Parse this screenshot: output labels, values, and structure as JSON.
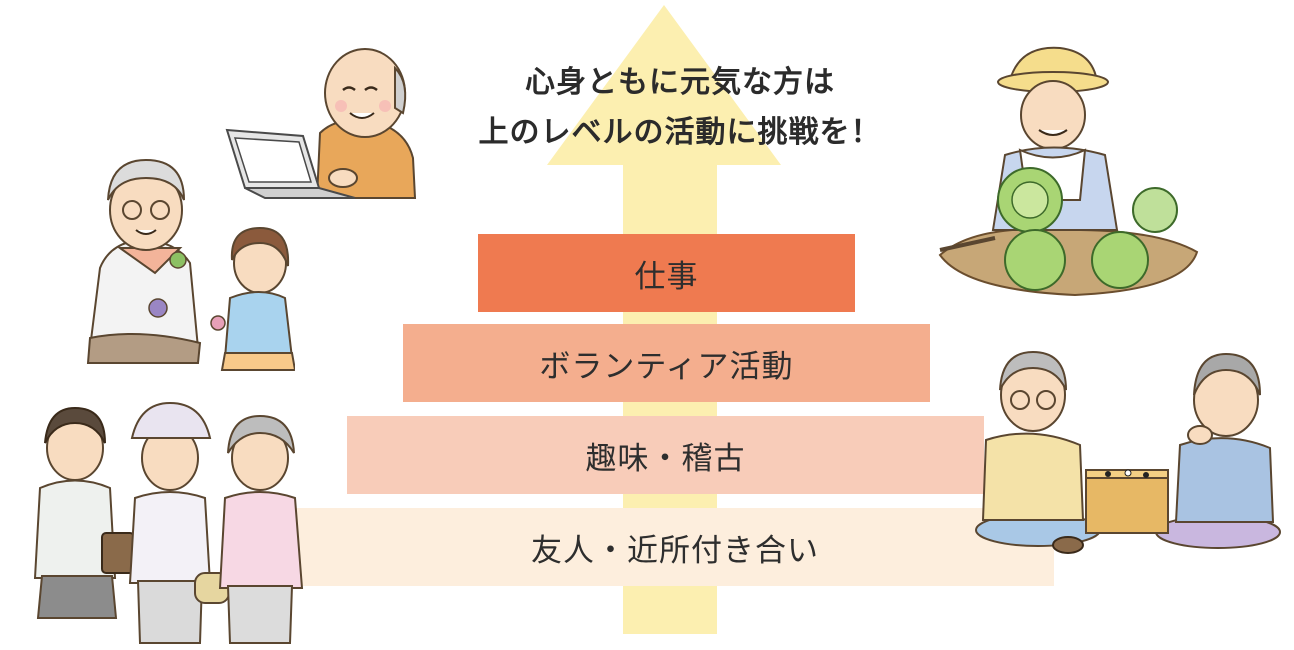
{
  "headline": {
    "line1": "心身ともに元気な方は",
    "line2": "上のレベルの活動に挑戦を！"
  },
  "levels": [
    {
      "label": "仕事",
      "color": "#ef7a50"
    },
    {
      "label": "ボランティア活動",
      "color": "#f4ae8e"
    },
    {
      "label": "趣味・稽古",
      "color": "#f8ccb9"
    },
    {
      "label": "友人・近所付き合い",
      "color": "#fdeedd"
    }
  ],
  "arrow_color": "#fcefb0"
}
